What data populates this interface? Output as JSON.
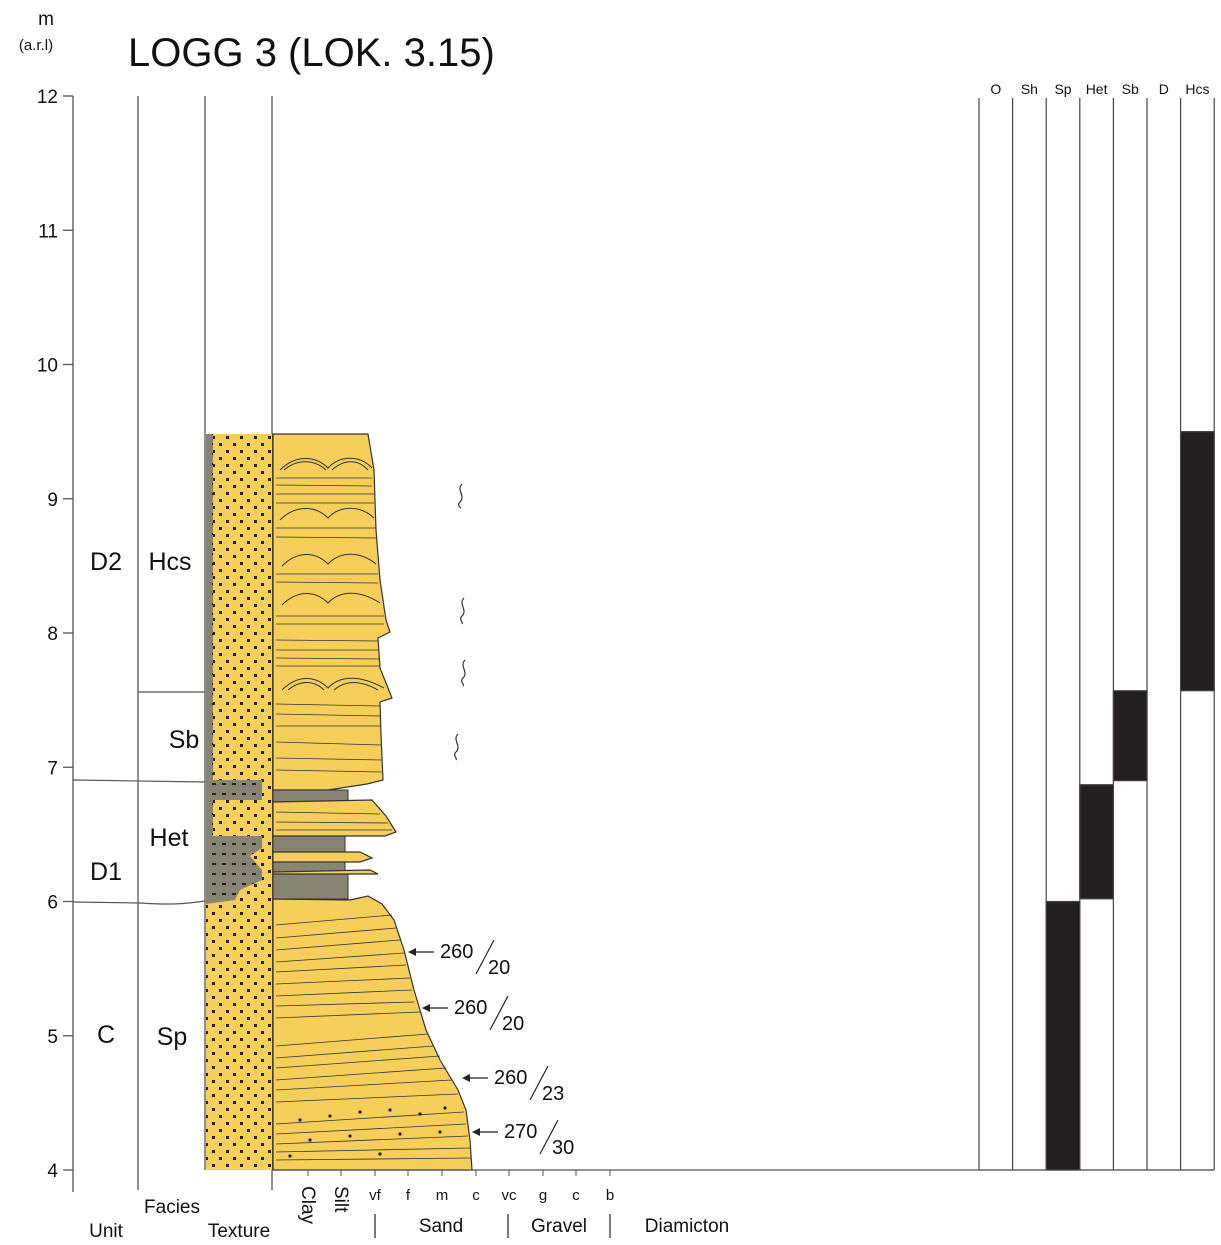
{
  "header": {
    "unit_top": "m",
    "unit_bottom": "(a.r.l)",
    "title": "LOGG 3   (LOK. 3.15)"
  },
  "depth_axis": {
    "ticks": [
      4,
      5,
      6,
      7,
      8,
      9,
      10,
      11,
      12
    ],
    "range": [
      4,
      12
    ]
  },
  "units": [
    {
      "label": "D2",
      "from": 6.9,
      "to": 9.5
    },
    {
      "label": "D1",
      "from": 6.0,
      "to": 6.9
    },
    {
      "label": "C",
      "from": 4.0,
      "to": 6.0
    }
  ],
  "facies": [
    {
      "label": "Hcs",
      "from": 7.57,
      "to": 9.5
    },
    {
      "label": "Sb",
      "from": 6.9,
      "to": 7.57
    },
    {
      "label": "Het",
      "from": 6.0,
      "to": 6.9
    },
    {
      "label": "Sp",
      "from": 4.0,
      "to": 6.0
    }
  ],
  "bottom_labels": {
    "unit": "Unit",
    "facies": "Facies",
    "texture": "Texture",
    "grain_sizes": [
      "Clay",
      "Silt",
      "vf",
      "f",
      "m",
      "c",
      "vc",
      "g",
      "c",
      "b"
    ],
    "groups": [
      "Sand",
      "Gravel",
      "Diamicton"
    ]
  },
  "measurements": [
    {
      "strike": "260",
      "dip": "20",
      "depth": 5.6
    },
    {
      "strike": "260",
      "dip": "20",
      "depth": 5.2
    },
    {
      "strike": "260",
      "dip": "23",
      "depth": 4.65
    },
    {
      "strike": "270",
      "dip": "30",
      "depth": 4.27
    }
  ],
  "facies_chart": {
    "columns": [
      "O",
      "Sh",
      "Sp",
      "Het",
      "Sb",
      "D",
      "Hcs"
    ],
    "intervals": [
      {
        "column": "Sp",
        "from": 4.0,
        "to": 6.0
      },
      {
        "column": "Het",
        "from": 6.02,
        "to": 6.87
      },
      {
        "column": "Sb",
        "from": 6.9,
        "to": 7.57
      },
      {
        "column": "Hcs",
        "from": 7.57,
        "to": 9.5
      }
    ],
    "fill_color": "#231f20"
  },
  "colors": {
    "sand": "#f5cf5a",
    "mud": "#888474",
    "line": "#333333"
  }
}
